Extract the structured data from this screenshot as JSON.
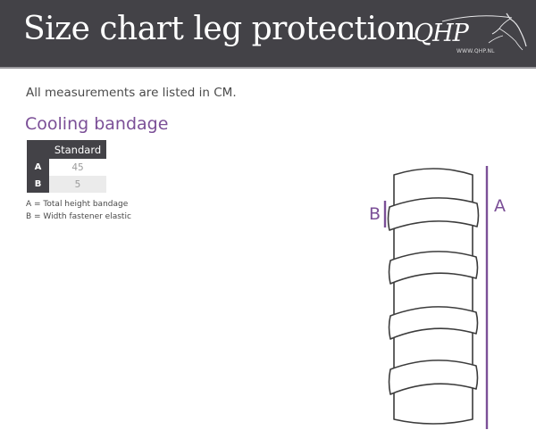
{
  "header": {
    "title": "Size chart leg protection",
    "logo": {
      "text": "QHP",
      "url_text": "WWW.QHP.NL",
      "icon": "horse-head-icon"
    }
  },
  "intro": "All measurements are listed in CM.",
  "product": {
    "title": "Cooling bandage",
    "table": {
      "columns": [
        "Standard"
      ],
      "rows": [
        {
          "label": "A",
          "values": [
            "45"
          ]
        },
        {
          "label": "B",
          "values": [
            "5"
          ]
        }
      ]
    },
    "legend": [
      "A = Total height bandage",
      "B = Width fastener elastic"
    ]
  },
  "diagram": {
    "label_a": "A",
    "label_b": "B",
    "accent_color": "#7b4f97",
    "outline_color": "#3c3c3c"
  },
  "colors": {
    "header_bg": "#434247",
    "accent": "#7b4f97",
    "text": "#4a4a4a"
  }
}
